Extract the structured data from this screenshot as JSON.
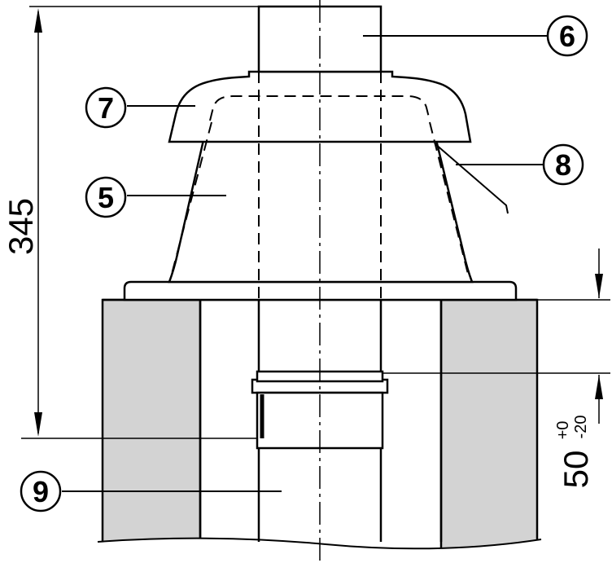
{
  "dimensions": {
    "overall_height": "345",
    "insertion_main": "50",
    "insertion_upper": "+0",
    "insertion_lower": "-20"
  },
  "callouts": [
    {
      "id": "6",
      "label": "6"
    },
    {
      "id": "7",
      "label": "7"
    },
    {
      "id": "8",
      "label": "8"
    },
    {
      "id": "5",
      "label": "5"
    },
    {
      "id": "9",
      "label": "9"
    }
  ],
  "colors": {
    "line": "#000000",
    "wall_fill": "#d3d3d3",
    "background": "#ffffff"
  }
}
